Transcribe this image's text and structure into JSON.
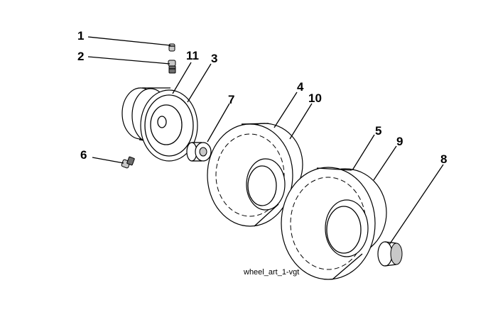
{
  "callouts": {
    "c1": "1",
    "c2": "2",
    "c3": "3",
    "c4": "4",
    "c5": "5",
    "c6": "6",
    "c7": "7",
    "c8": "8",
    "c9": "9",
    "c10": "10",
    "c11": "11"
  },
  "caption": "wheel_art_1-vgt"
}
